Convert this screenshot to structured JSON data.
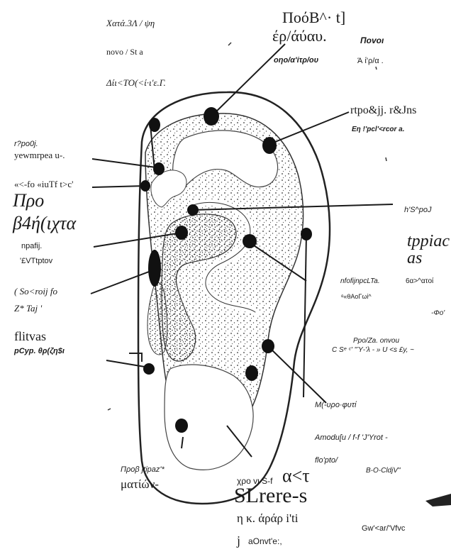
{
  "colors": {
    "ink": "#1a1a1a",
    "paper": "#ffffff",
    "points": "#111111"
  },
  "labels": {
    "l01": "Χατά.3Λ / ψη",
    "l02": "novo / St a",
    "l03": "Δίι<ΤΟ(<ί·ι'ε.Γ.",
    "l04": "ΠοόΒ^· t]",
    "l05": "έρ/άύαυ.",
    "l06": "Ποvoι",
    "l07": "οηο/α'ίτρ/ου",
    "l08": "Ά ί'ρ/α .",
    "l09": "rtpo&jj.  r&Jns",
    "l10": "Εη !'pcl'<rcor a.",
    "l11": "r?po0j.",
    "l12": "yewmrpea u-.",
    "l13": "«<-fo «iuTf t>c'",
    "l14": "Προ",
    "l15": "β4ή(ιχτα",
    "l16": "npafij.",
    "l17": "'£VTtptov",
    "l18": "( So<roij fo",
    "l19": "Z* Taj '",
    "l20": "flitvas",
    "l21": "pCyp. θρ(ζη$ι",
    "l22": "h'S^poJ",
    "l23": "tppiac",
    "l24": "as",
    "l25": "nfofijnpcLTa.",
    "l26": "6α>^ατοί",
    "l27": "ᵅ«θΑοΓωί^",
    "l28": "-Φο'",
    "l29": "Ppo/Za. onvou",
    "l30": "C Sᵉ ᶜ' \"Ύ-'λ - » U <s £y, ~",
    "l31": "Μ(-υρο·φυτί",
    "l32": "Amodu[u  /  f-f  'J'Yrot  -",
    "l33": "flo'pto/",
    "l34": "B-O-CldjV\"",
    "l35": "Προβ jtipaz'*",
    "l36": "ματίών-",
    "l37": "χρο vι S-f",
    "l38": "α<τ",
    "l39": "SLrere-s",
    "l40": "η κ. άράρ i'ti",
    "l41": "j",
    "l42": "aOnvt'e:,",
    "l43": "Gw'<ar/'Vfvc"
  }
}
